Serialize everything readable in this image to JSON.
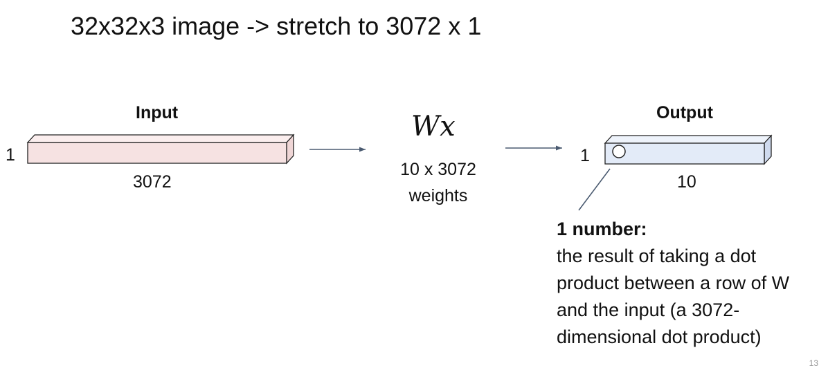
{
  "title": "32x32x3 image -> stretch to 3072 x 1",
  "input": {
    "label": "Input",
    "height_label": "1",
    "width_label": "3072",
    "fill_color": "#f6e2e2"
  },
  "operation": {
    "formula": "Wx",
    "caption_line1": "10 x 3072",
    "caption_line2": "weights"
  },
  "output": {
    "label": "Output",
    "height_label": "1",
    "width_label": "10",
    "fill_color": "#e3ebf8",
    "cell_icon": "circle-icon"
  },
  "annotation": {
    "heading": "1 number:",
    "lines": [
      "the result of taking a dot",
      "product between a row of W",
      "and the input (a 3072-",
      "dimensional dot product)"
    ]
  },
  "arrow_color": "#4a5a70",
  "page_number": "13"
}
